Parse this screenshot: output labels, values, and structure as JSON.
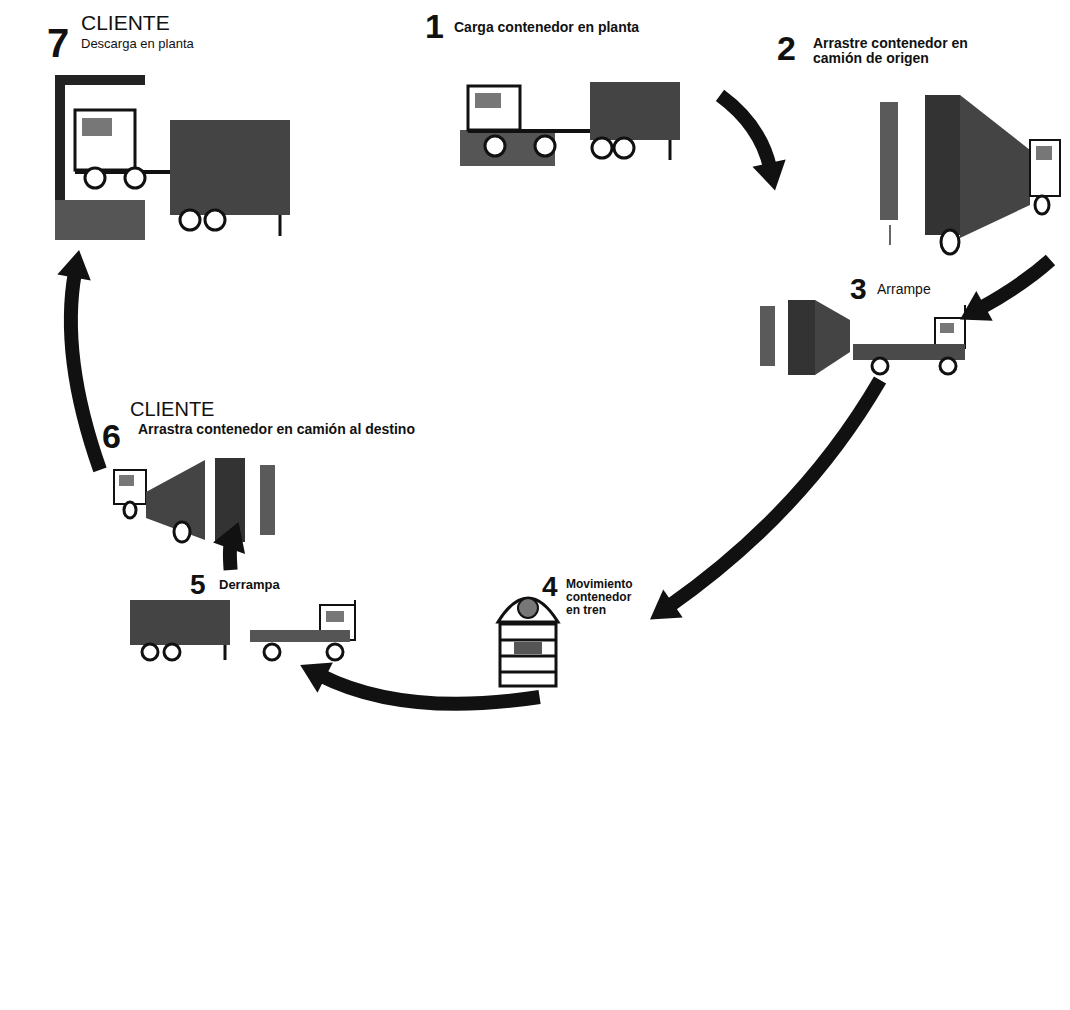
{
  "diagram": {
    "nodes": [
      {
        "text": [
          "1",
          "Carga contenedor en planta"
        ]
      },
      {
        "text": [
          "2",
          "Arrastre contenedor en camión de origen"
        ]
      },
      {
        "text": [
          "3",
          "Arrampe"
        ]
      },
      {
        "text": [
          "4",
          "Movimiento contenedor en tren"
        ]
      },
      {
        "text": [
          "5",
          "Derrampa"
        ]
      },
      {
        "text": [
          "6",
          "CLIENTE",
          "Arrastra contenedor en camión al destino"
        ]
      },
      {
        "text": [
          "7",
          "CLIENTE",
          "Descarga en planta"
        ]
      }
    ],
    "edges": [
      {
        "from": 0,
        "to": 1,
        "arrow": "to"
      },
      {
        "from": 1,
        "to": 2,
        "arrow": "to"
      },
      {
        "from": 2,
        "to": 3,
        "arrow": "to"
      },
      {
        "from": 3,
        "to": 4,
        "arrow": "to"
      },
      {
        "from": 4,
        "to": 5,
        "arrow": "to"
      },
      {
        "from": 5,
        "to": 6,
        "arrow": "to"
      }
    ]
  }
}
